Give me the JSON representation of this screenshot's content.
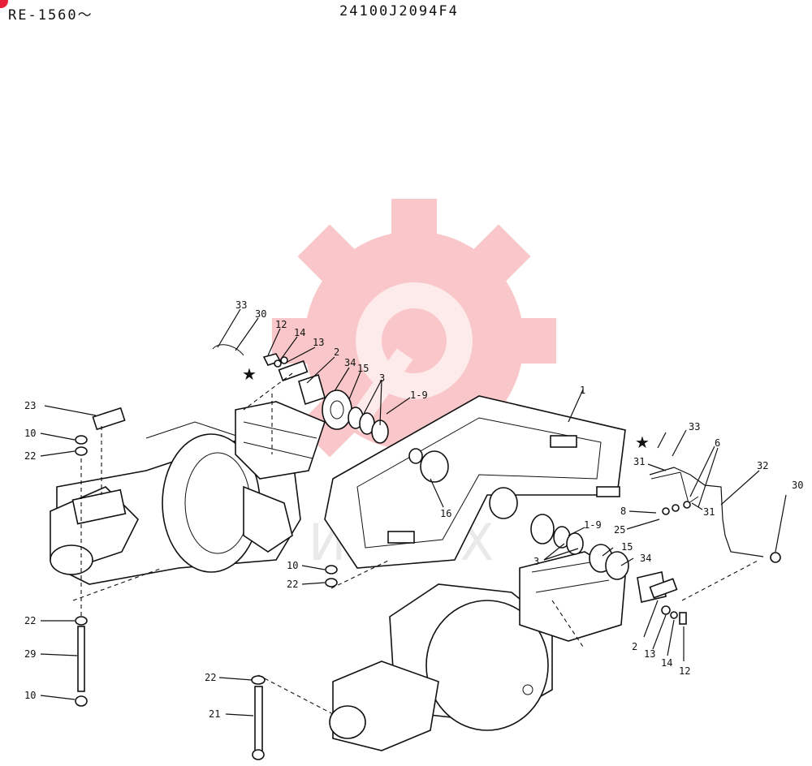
{
  "header": {
    "left": "RE-1560〜",
    "center": "24100J2094F4"
  },
  "watermark": {
    "text": "ИНТЕХ",
    "gear_color": "#f7b5b8"
  },
  "labels": {
    "l33a": "33",
    "l30a": "30",
    "l12a": "12",
    "l14a": "14",
    "l13a": "13",
    "l2a": "2",
    "l34a": "34",
    "l15a": "15",
    "l3a": "3",
    "l19a": "1-9",
    "l1": "1",
    "l16": "16",
    "l23": "23",
    "l10a": "10",
    "l22a": "22",
    "l10b": "10",
    "l22b": "22",
    "l22c": "22",
    "l29": "29",
    "l10c": "10",
    "l22d": "22",
    "l21": "21",
    "l33b": "33",
    "l6": "6",
    "l31a": "31",
    "l32": "32",
    "l30b": "30",
    "l8": "8",
    "l25": "25",
    "l31b": "31",
    "l19b": "1-9",
    "l15b": "15",
    "l3b": "3",
    "l34b": "34",
    "l2b": "2",
    "l13b": "13",
    "l14b": "14",
    "l12b": "12"
  },
  "marks": {
    "star": "★"
  }
}
